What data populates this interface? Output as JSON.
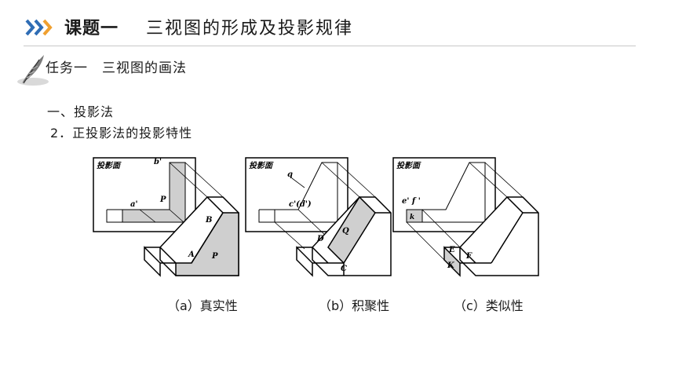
{
  "header": {
    "course": "课题一",
    "topic": "三视图的形成及投影规律"
  },
  "task": {
    "title": "任务一　三视图的画法"
  },
  "section": {
    "label": "一、投影法"
  },
  "item": {
    "label": "2．正投影法的投影特性"
  },
  "panels": [
    {
      "plane_label": "投影面",
      "labels": {
        "b_prime": "b'",
        "a_prime": "a'",
        "p_top": "P",
        "b": "B",
        "a": "A",
        "p_bottom": "P"
      },
      "caption": "（a）真实性"
    },
    {
      "plane_label": "投影面",
      "labels": {
        "q_small": "q",
        "cd_prime": "c'(d')",
        "q_face": "Q",
        "d": "D",
        "c": "C"
      },
      "caption": "（b）积聚性"
    },
    {
      "plane_label": "投影面",
      "labels": {
        "ef_prime": "e' f '",
        "k_small": "k",
        "e": "E",
        "f": "F",
        "k": "K"
      },
      "caption": "（c）类似性"
    }
  ],
  "colors": {
    "arrow_blue": "#2f6db5",
    "arrow_orange": "#f0a030",
    "shade": "#cfcfcf",
    "rule": "#c9c9c9"
  }
}
